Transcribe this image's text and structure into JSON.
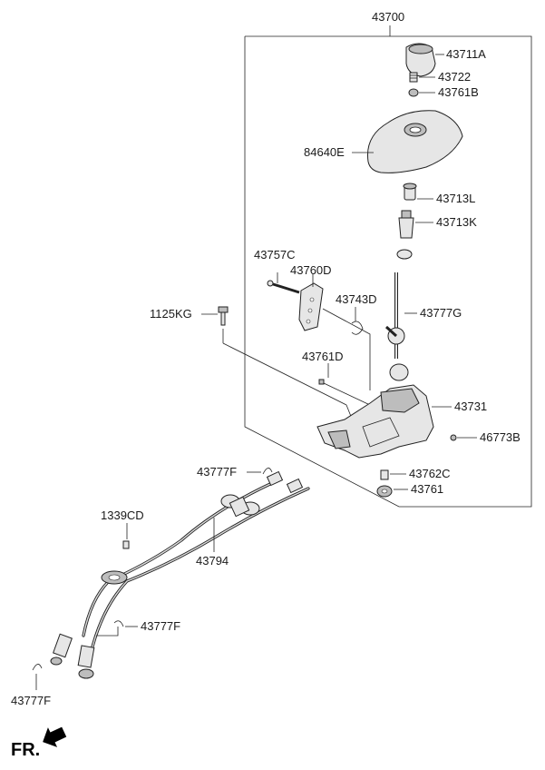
{
  "labels": {
    "assembly": "43700",
    "knob": "43711A",
    "spring": "43722",
    "nut_top": "43761B",
    "boot": "84640E",
    "bushing_l": "43713L",
    "bushing_k": "43713K",
    "pin": "43757C",
    "bracket": "43760D",
    "spring_clip": "43743D",
    "bolt": "1125KG",
    "lever": "43777G",
    "nut_d": "43761D",
    "housing": "43731",
    "screw": "46773B",
    "clip_f1": "43777F",
    "collar": "43762C",
    "nut": "43761",
    "grommet_clip": "1339CD",
    "cable": "43794",
    "clip_f2": "43777F",
    "clip_f3": "43777F",
    "front": "FR."
  }
}
